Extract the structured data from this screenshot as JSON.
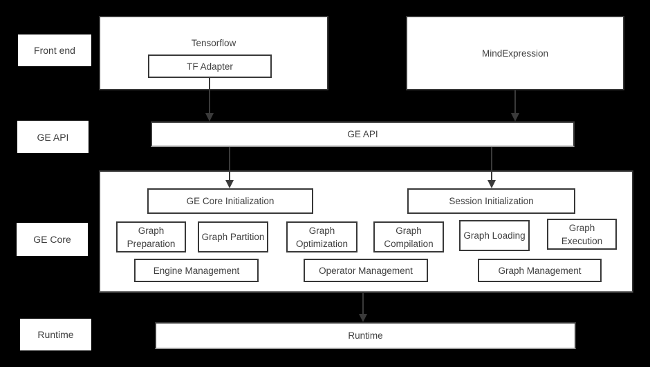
{
  "canvas": {
    "background_color": "#000000",
    "box_fill_color": "#ffffff",
    "box_border_color": "#383838",
    "text_color": "#404040",
    "arrow_color": "#3a3a3a"
  },
  "layer_labels": [
    {
      "label": "Front end"
    },
    {
      "label": "GE API"
    },
    {
      "label": "GE Core"
    },
    {
      "label": "Runtime"
    }
  ],
  "front_end": {
    "tensorflow_title": "Tensorflow",
    "tf_adapter_label": "TF Adapter",
    "mind_expression_label": "MindExpression"
  },
  "ge_api": {
    "bar_label": "GE API"
  },
  "ge_core": {
    "init_boxes": [
      {
        "label": "GE Core Initialization"
      },
      {
        "label": "Session Initialization"
      }
    ],
    "stage_boxes": [
      {
        "label": "Graph Preparation"
      },
      {
        "label": "Graph Partition"
      },
      {
        "label": "Graph Optimization"
      },
      {
        "label": "Graph Compilation"
      },
      {
        "label": "Graph Loading"
      },
      {
        "label": "Graph Execution"
      }
    ],
    "management_boxes": [
      {
        "label": "Engine Management"
      },
      {
        "label": "Operator Management"
      },
      {
        "label": "Graph Management"
      }
    ]
  },
  "runtime": {
    "bar_label": "Runtime"
  }
}
